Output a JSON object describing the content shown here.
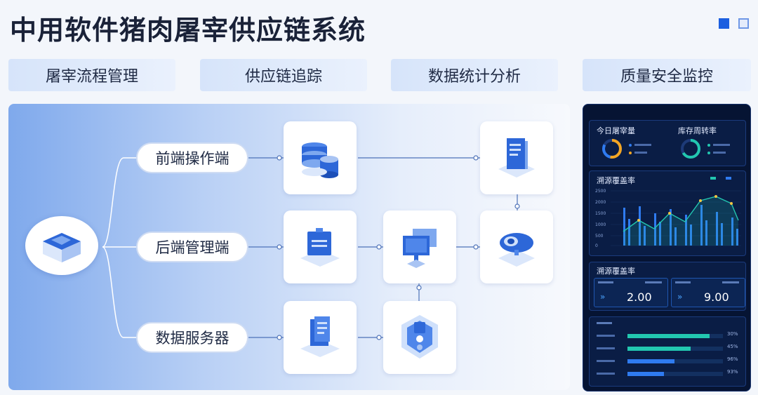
{
  "title": "中用软件猪肉屠宰供应链系统",
  "tabs": [
    {
      "label": "屠宰流程管理"
    },
    {
      "label": "供应链追踪"
    },
    {
      "label": "数据统计分析"
    },
    {
      "label": "质量安全监控"
    }
  ],
  "diagram": {
    "branches": [
      {
        "label": "前端操作端"
      },
      {
        "label": "后端管理端"
      },
      {
        "label": "数据服务器"
      }
    ]
  },
  "dashboard": {
    "today_label": "今日屠宰量",
    "turnover_label": "库存周转率",
    "trace_title": "溯源覆盖率",
    "trace_title2": "溯源覆盖率",
    "metric1_value": "2.00",
    "metric2_value": "9.00",
    "progress": [
      {
        "pct_label": "30%",
        "value": 0.86,
        "color": "#22c7b0"
      },
      {
        "pct_label": "45%",
        "value": 0.66,
        "color": "#22c7b0"
      },
      {
        "pct_label": "96%",
        "value": 0.49,
        "color": "#2f7bf0"
      },
      {
        "pct_label": "93%",
        "value": 0.38,
        "color": "#2f7bf0"
      }
    ],
    "chart_yticks": [
      "2500",
      "2000",
      "1500",
      "1000",
      "500",
      "0"
    ]
  }
}
